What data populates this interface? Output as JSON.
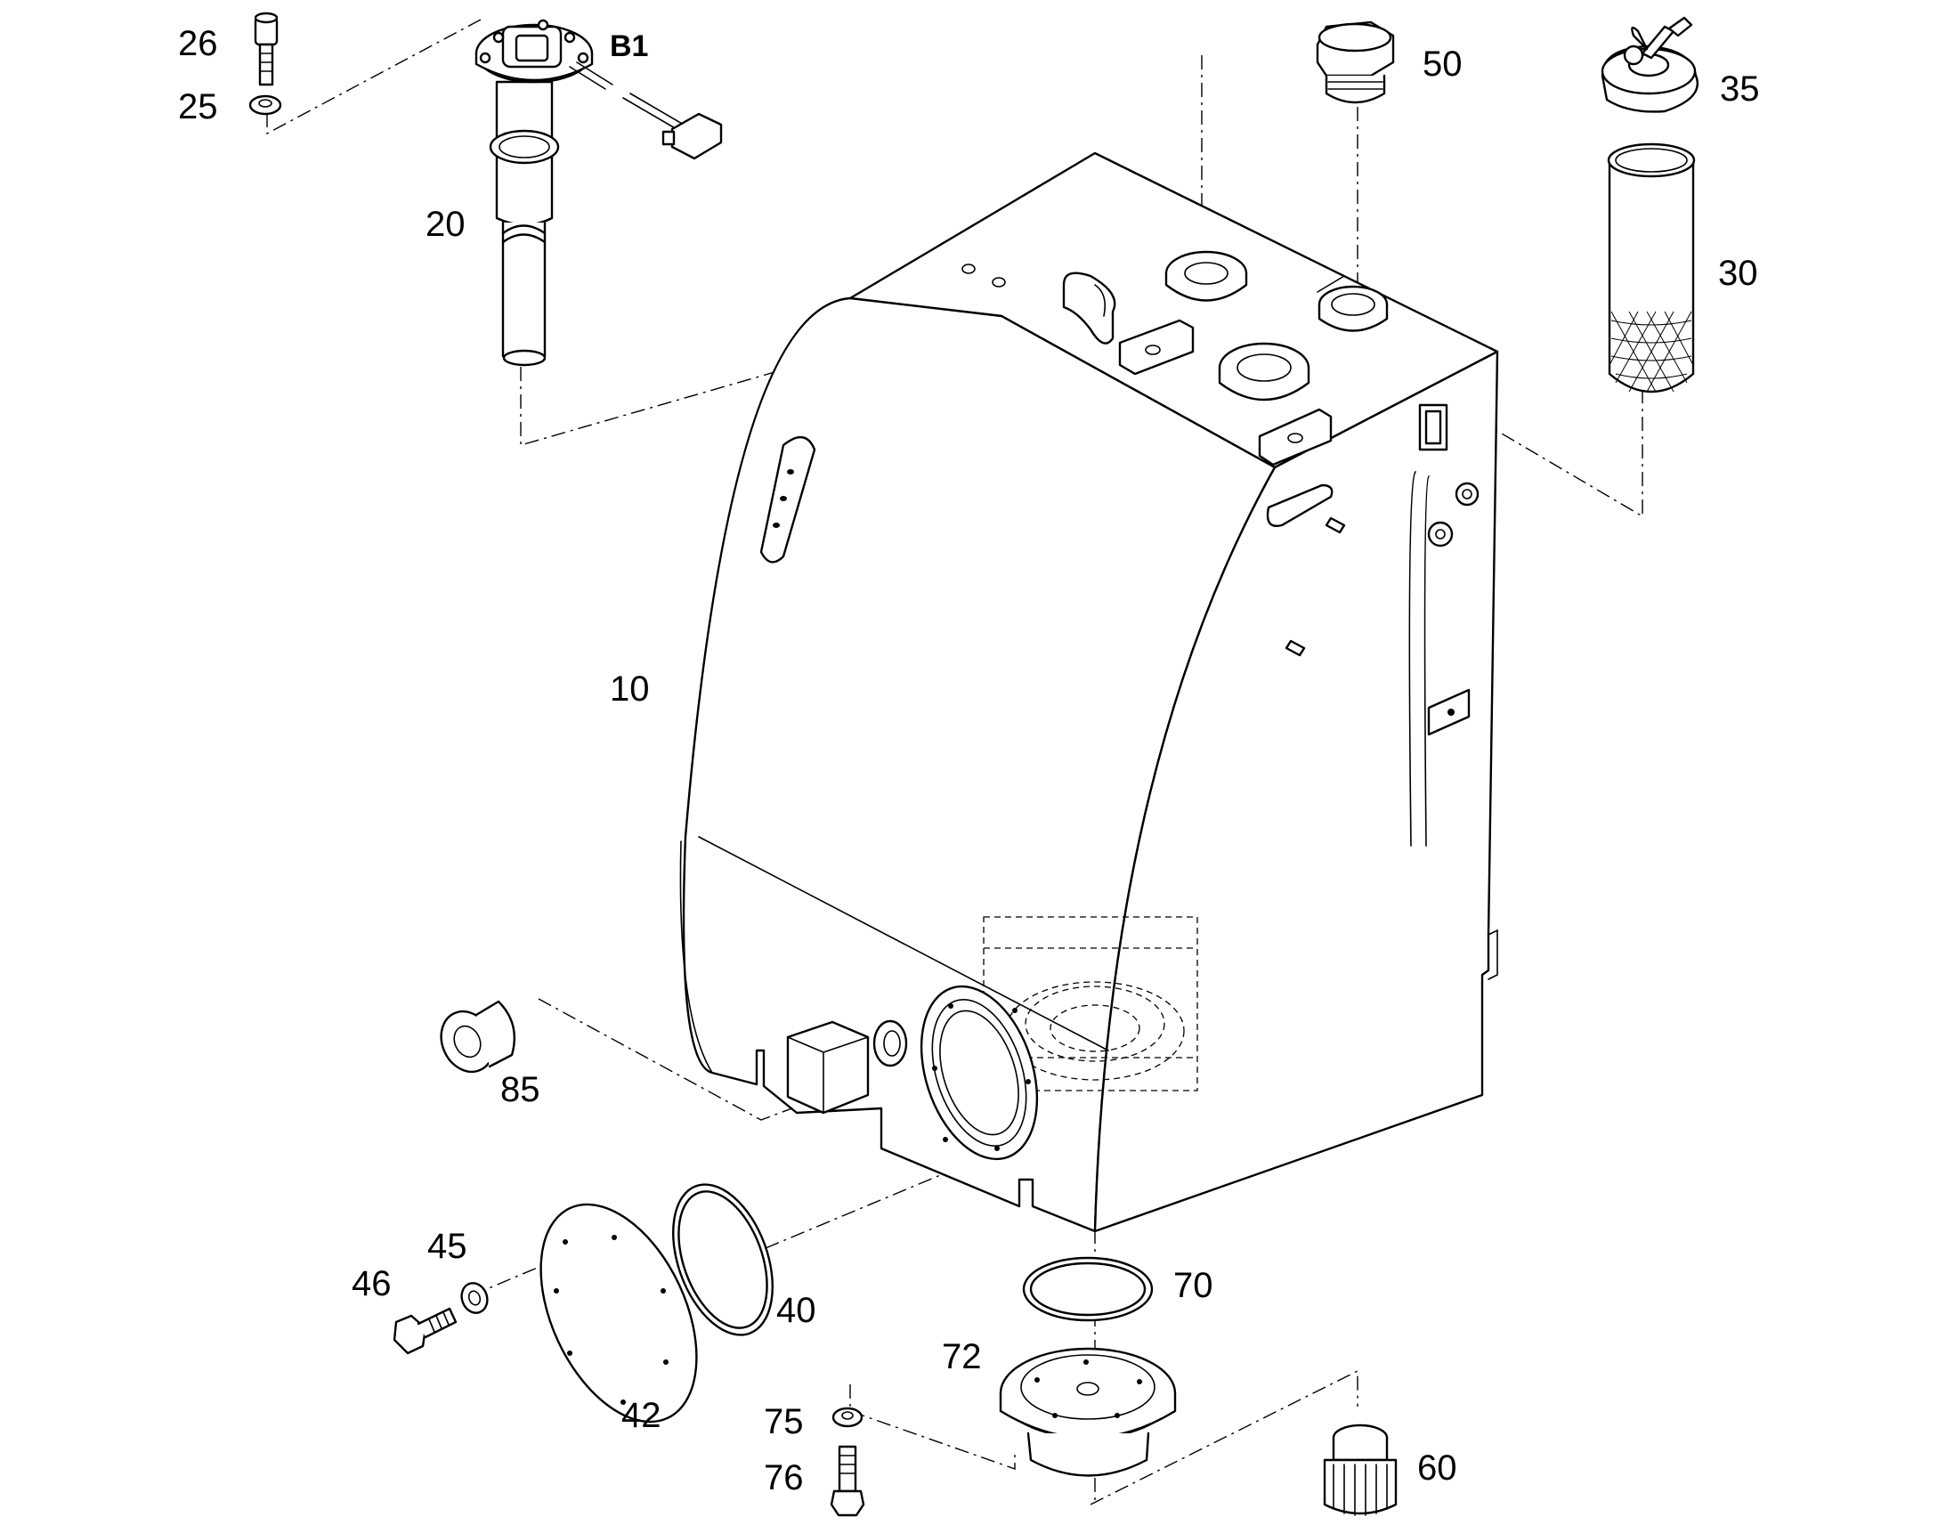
{
  "diagram": {
    "type": "exploded parts diagram",
    "callouts": {
      "c10": "10",
      "c20": "20",
      "c25": "25",
      "c26": "26",
      "cB1": "B1",
      "c30": "30",
      "c35": "35",
      "c40": "40",
      "c42": "42",
      "c45": "45",
      "c46": "46",
      "c50": "50",
      "c60": "60",
      "c70": "70",
      "c72": "72",
      "c75": "75",
      "c76": "76",
      "c85": "85"
    }
  }
}
